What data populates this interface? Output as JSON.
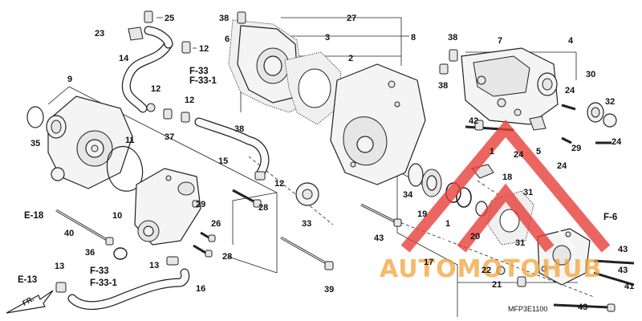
{
  "diagram_code": "MFP3E1100",
  "watermark": {
    "text": "AUTOMOTOHUB",
    "color_triangle": "#e8403a",
    "color_text": "#f2a33a"
  },
  "refs": {
    "e18": "E-18",
    "e13": "E-13",
    "f6": "F-6",
    "f33_top": "F-33",
    "f331_top": "F-33-1",
    "f33_bot": "F-33",
    "f331_bot": "F-33-1",
    "fr": "FR."
  },
  "callouts": {
    "c1a": "1",
    "c1b": "1",
    "c2": "2",
    "c3": "3",
    "c4": "4",
    "c5": "5",
    "c6": "6",
    "c7": "7",
    "c8": "8",
    "c9": "9",
    "c10": "10",
    "c11": "11",
    "c12a": "12",
    "c12b": "12",
    "c12c": "12",
    "c12d": "12",
    "c13a": "13",
    "c13b": "13",
    "c14": "14",
    "c15": "15",
    "c16": "16",
    "c17": "17",
    "c18": "18",
    "c19": "19",
    "c20": "20",
    "c21": "21",
    "c22": "22",
    "c23": "23",
    "c24a": "24",
    "c24b": "24",
    "c24c": "24",
    "c24d": "24",
    "c25": "25",
    "c26": "26",
    "c27": "27",
    "c28a": "28",
    "c28b": "28",
    "c29a": "29",
    "c29b": "29",
    "c30": "30",
    "c31a": "31",
    "c31b": "31",
    "c32": "32",
    "c33": "33",
    "c34": "34",
    "c35": "35",
    "c36": "36",
    "c37": "37",
    "c38a": "38",
    "c38b": "38",
    "c38c": "38",
    "c38d": "38",
    "c39": "39",
    "c40": "40",
    "c41": "41",
    "c42": "42",
    "c43a": "43",
    "c43b": "43",
    "c43c": "43",
    "c43d": "43"
  }
}
